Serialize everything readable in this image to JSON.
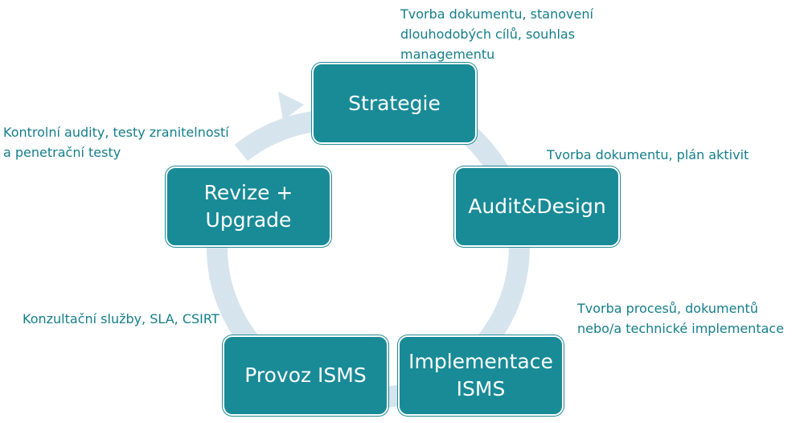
{
  "diagram": {
    "colors": {
      "box_fill": "#198b97",
      "box_text": "#ffffff",
      "note_text": "#157e8a",
      "cycle_arrow": "#d6e4ee"
    },
    "stages": [
      {
        "label": "Strategie",
        "note": "Tvorba dokumentu, stanovení\ndlouhodobých  cílů, souhlas\nmanagementu"
      },
      {
        "label": "Audit&Design",
        "note": "Tvorba dokumentu, plán aktivit"
      },
      {
        "label": "Implementace\nISMS",
        "note": "Tvorba procesů, dokumentů\nnebo/a technické implementace"
      },
      {
        "label": "Provoz ISMS",
        "note": "Konzultační služby, SLA, CSIRT"
      },
      {
        "label": "Revize +\nUpgrade",
        "note": "Kontrolní audity, testy zranitelností\na penetrační testy"
      }
    ]
  }
}
